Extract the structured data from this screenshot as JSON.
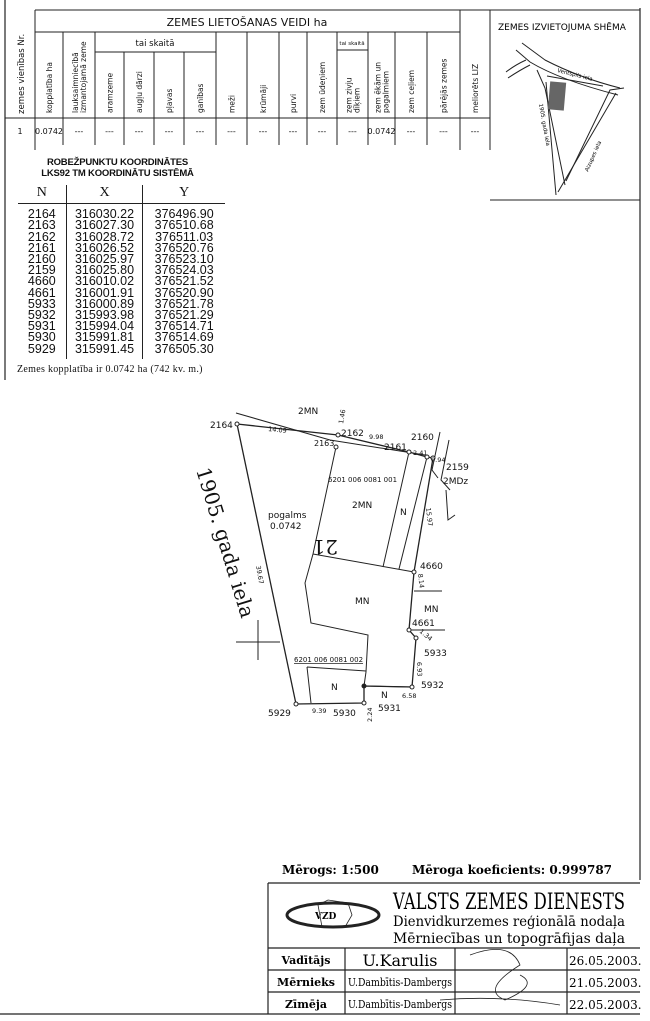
{
  "usage_table": {
    "nr_header": "zemes vienības Nr.",
    "title": "ZEMES LIETOŠANAS VEIDI ha",
    "tai_skaita": "tai skaitā",
    "tai_skaita_small": "tai skaitā",
    "columns": [
      "kopplatība ha",
      "lauksaimniecībā izmantojamā zeme",
      "aramzeme",
      "augļu dārzi",
      "pļavas",
      "ganības",
      "meži",
      "krūmāji",
      "purvi",
      "zem ūdeņiem",
      "zem zivju dīķiem",
      "zem ēkām un pagalmiem",
      "zem ceļiem",
      "pārējās zemes",
      "meliorēts LIZ"
    ],
    "row": [
      "1",
      "0.0742",
      "---",
      "---",
      "---",
      "---",
      "---",
      "---",
      "---",
      "---",
      "---",
      "---",
      "0.0742",
      "---",
      "---",
      "---"
    ]
  },
  "scheme": {
    "title": "ZEMES IZVIETOJUMA SHĒMA",
    "streets": [
      "Ventspils iela",
      "1905. gada iela",
      "Aizupes iela"
    ]
  },
  "coordinates": {
    "title_1": "ROBEŽPUNKTU KOORDINĀTES",
    "title_2": "LKS92 TM KOORDINĀTU SISTĒMĀ",
    "headers": [
      "N",
      "X",
      "Y"
    ],
    "rows": [
      [
        "2164",
        "316030.22",
        "376496.90"
      ],
      [
        "2163",
        "316027.30",
        "376510.68"
      ],
      [
        "2162",
        "316028.72",
        "376511.03"
      ],
      [
        "2161",
        "316026.52",
        "376520.76"
      ],
      [
        "2160",
        "316025.97",
        "376523.10"
      ],
      [
        "2159",
        "316025.80",
        "376524.03"
      ],
      [
        "4660",
        "316010.02",
        "376521.52"
      ],
      [
        "4661",
        "316001.91",
        "376520.90"
      ],
      [
        "5933",
        "316000.89",
        "376521.78"
      ],
      [
        "5932",
        "315993.98",
        "376521.29"
      ],
      [
        "5931",
        "315994.04",
        "376514.71"
      ],
      [
        "5930",
        "315991.81",
        "376514.69"
      ],
      [
        "5929",
        "315991.45",
        "376505.30"
      ]
    ],
    "total": "Zemes kopplatība ir 0.0742 ha (742 kv. m.)"
  },
  "plan": {
    "street": "1905. gada iela",
    "parcel_label": "pogalms",
    "parcel_area": "0.0742",
    "parcel_number": "21",
    "cadastre_1": "6201 006 0081 001",
    "cadastre_2": "6201 006 0081 002",
    "labels": {
      "2mn_top": "2MN",
      "2mn_bld": "2MN",
      "n1": "N",
      "mn": "MN",
      "mn_right": "MN",
      "2mdz": "2MDz",
      "n2": "N",
      "n3": "N"
    },
    "points": {
      "p2164": "2164",
      "p2163": "2163",
      "p2162": "2162",
      "p2161": "2161",
      "p2160": "2160",
      "p2159": "2159",
      "p4660": "4660",
      "p4661": "4661",
      "p5933": "5933",
      "p5932": "5932",
      "p5931": "5931",
      "p5930": "5930",
      "p5929": "5929"
    },
    "distances": {
      "d1409": "14.09",
      "d146": "1.46",
      "d998": "9.98",
      "d241": "2.41",
      "d094": "0.94",
      "d1597": "15.97",
      "d814": "8.14",
      "d134": "1.34",
      "d693": "6.93",
      "d658": "6.58",
      "d224": "2.24",
      "d939": "9.39",
      "d3967": "39.67"
    }
  },
  "footer": {
    "scale": "Mērogs: 1:500",
    "scale_coefficient": "Mēroga koeficients: 0.999787",
    "org": "VALSTS ZEMES DIENESTS",
    "dept_1": "Dienvidkurzemes reģionālā nodaļa",
    "dept_2": "Mērniecības un topogrāfijas daļa",
    "logo_text": "VZD",
    "signers": [
      {
        "role": "Vadītājs",
        "name": "U.Karulis",
        "date": "26.05.2003."
      },
      {
        "role": "Mērnieks",
        "name": "U.Dambītis-Dambergs",
        "date": "21.05.2003."
      },
      {
        "role": "Zīmēja",
        "name": "U.Dambītis-Dambergs",
        "date": "22.05.2003."
      }
    ]
  }
}
